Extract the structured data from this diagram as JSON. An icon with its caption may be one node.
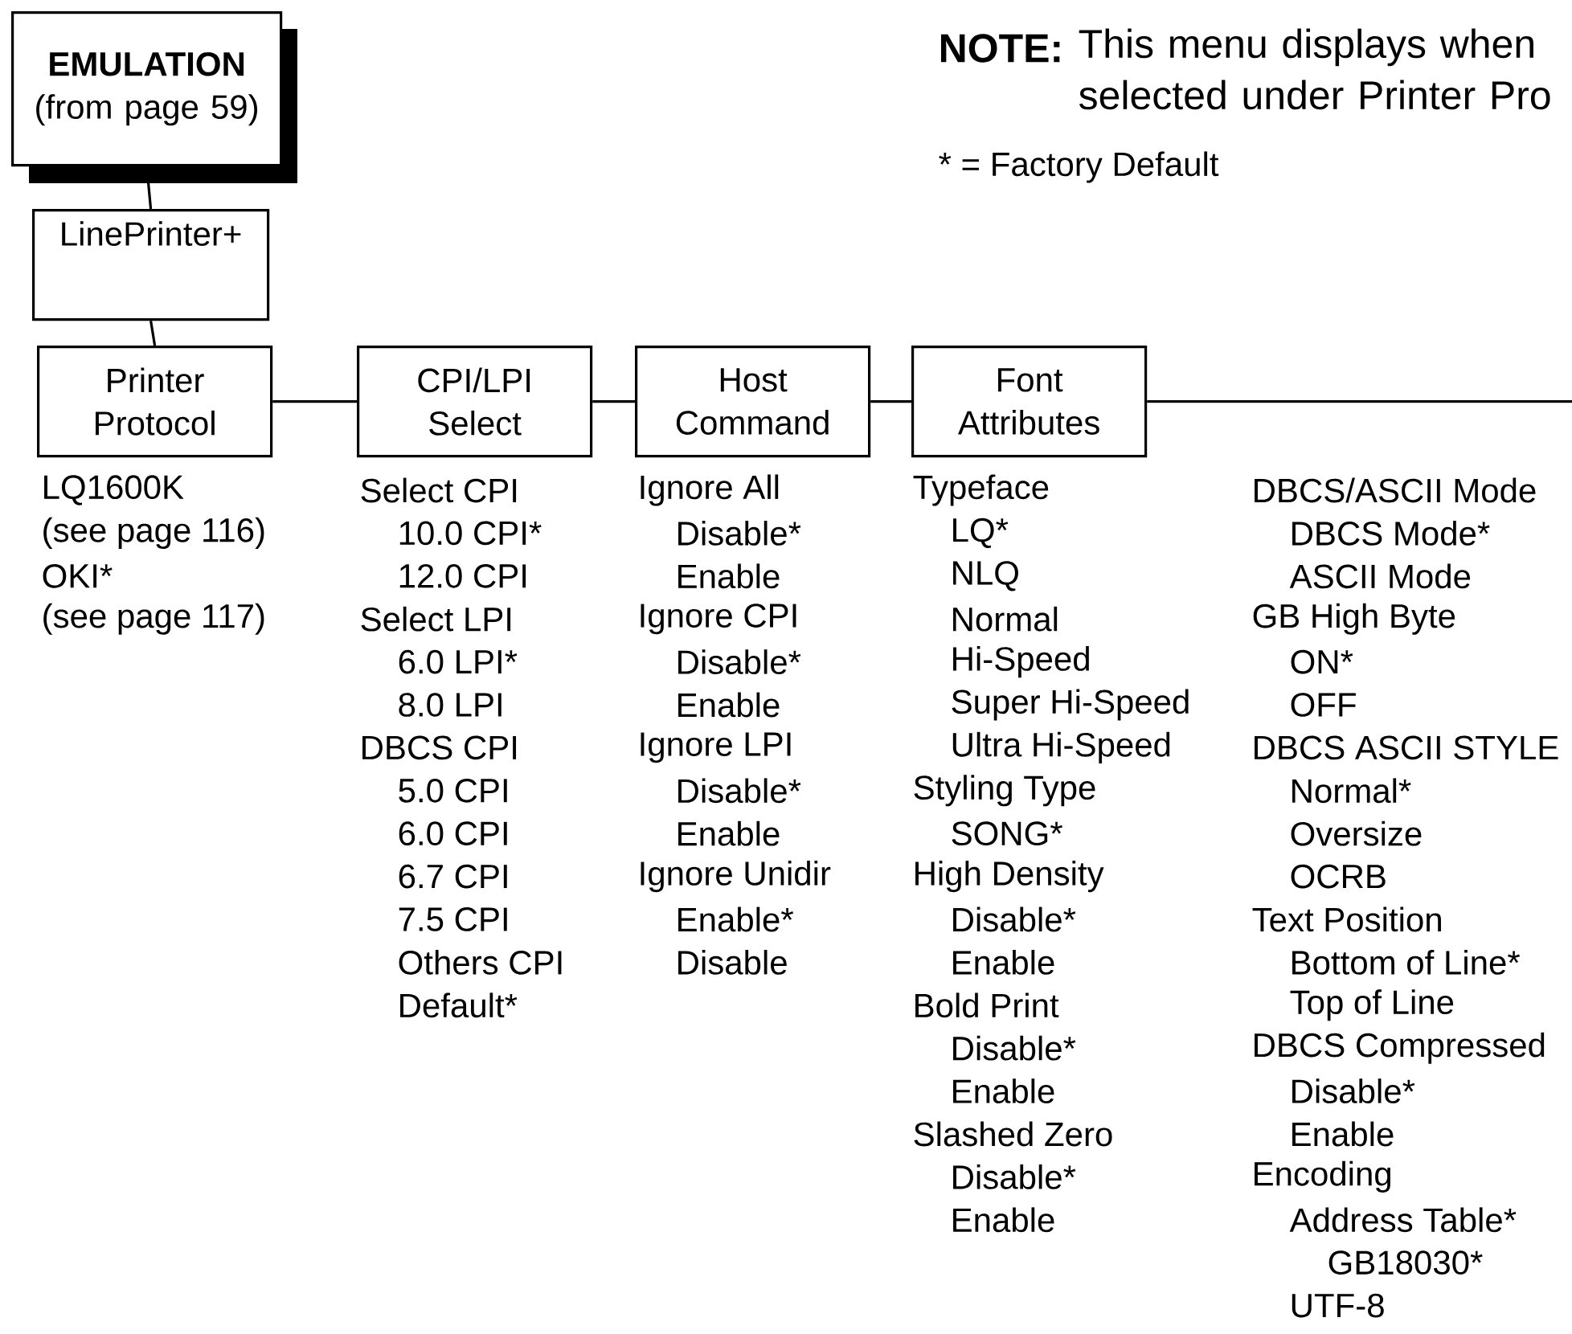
{
  "diagram": {
    "nodes": [
      {
        "text": [
          "EMULATION",
          "(from page 59)"
        ]
      },
      {
        "text": [
          "LinePrinter+"
        ]
      },
      {
        "text": [
          "Printer Protocol"
        ],
        "beside": [
          "LQ1600K",
          "(see page 116)",
          "OKI*",
          "(see page 117)"
        ]
      },
      {
        "text": [
          "CPI/LPI Select"
        ],
        "beside": [
          "Select CPI",
          "10.0 CPI*",
          "12.0 CPI",
          "Select LPI",
          "6.0 LPI*",
          "8.0 LPI",
          "DBCS CPI",
          "5.0 CPI",
          "6.0 CPI",
          "6.7 CPI",
          "7.5 CPI",
          "Others CPI",
          "Default*"
        ]
      },
      {
        "text": [
          "Host Command"
        ],
        "beside": [
          "Ignore All",
          "Disable*",
          "Enable",
          "Ignore CPI",
          "Disable*",
          "Enable",
          "Ignore LPI",
          "Disable*",
          "Enable",
          "Ignore Unidir",
          "Enable*",
          "Disable"
        ]
      },
      {
        "text": [
          "Font Attributes"
        ],
        "beside": [
          "Typeface",
          "LQ*",
          "NLQ",
          "Normal",
          "Hi-Speed",
          "Super Hi-Speed",
          "Ultra Hi-Speed",
          "Styling Type",
          "SONG*",
          "High Density",
          "Disable*",
          "Enable",
          "Bold Print",
          "Disable*",
          "Enable",
          "Slashed Zero",
          "Disable*",
          "Enable",
          "DBCS/ASCII Mode",
          "DBCS Mode*",
          "ASCII Mode",
          "GB High Byte",
          "ON*",
          "OFF",
          "DBCS ASCII STYLE",
          "Normal*",
          "Oversize",
          "OCRB",
          "Text Position",
          "Bottom of Line*",
          "Top of Line",
          "DBCS Compressed",
          "Disable*",
          "Enable",
          "Encoding",
          "Address Table*",
          "GB18030*",
          "UTF-8"
        ]
      }
    ],
    "edges": [
      {
        "from": 0,
        "to": 1,
        "arrow": "none"
      },
      {
        "from": 1,
        "to": 2,
        "arrow": "none"
      },
      {
        "from": 2,
        "to": 3,
        "arrow": "none"
      },
      {
        "from": 3,
        "to": 4,
        "arrow": "none"
      },
      {
        "from": 4,
        "to": 5,
        "arrow": "none"
      },
      {
        "from": 5,
        "to": null,
        "arrow": "none"
      }
    ],
    "labels": [
      "NOTE:",
      "This menu displays when selected under Printer Pro",
      "* = Factory Default"
    ]
  }
}
